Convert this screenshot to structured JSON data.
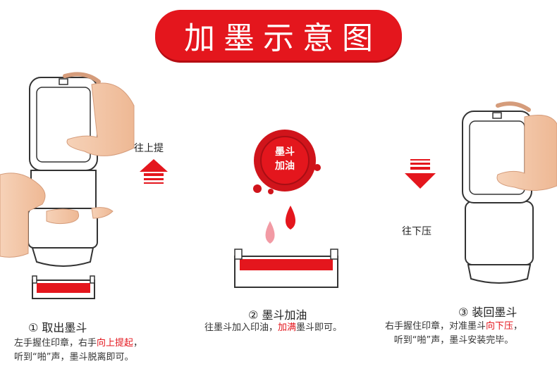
{
  "banner": {
    "title": "加墨示意图"
  },
  "seal": {
    "line1": "墨斗",
    "line2": "加油"
  },
  "arrows": {
    "up_label": "往上提",
    "down_label": "往下压"
  },
  "steps": [
    {
      "title": "① 取出墨斗",
      "desc": [
        {
          "a": "左手握住印章，右手",
          "hl": "向上提起",
          "b": "，"
        },
        {
          "a": "听到“啪”声，墨斗脱离即可。",
          "hl": "",
          "b": ""
        }
      ]
    },
    {
      "title": "② 墨斗加油",
      "desc": [
        {
          "a": "往墨斗加入印油，",
          "hl": "加满",
          "b": "墨斗即可。"
        }
      ]
    },
    {
      "title": "③ 装回墨斗",
      "desc": [
        {
          "a": "右手握住印章，对准墨斗",
          "hl": "向下压",
          "b": "，"
        },
        {
          "a": "听到“啪”声，墨斗安装完毕。",
          "hl": "",
          "b": ""
        }
      ]
    }
  ],
  "colors": {
    "accent": "#e4161d",
    "skin": "#f3c7a9",
    "ink": "#e4161d",
    "ink_light": "#f29aa4"
  }
}
